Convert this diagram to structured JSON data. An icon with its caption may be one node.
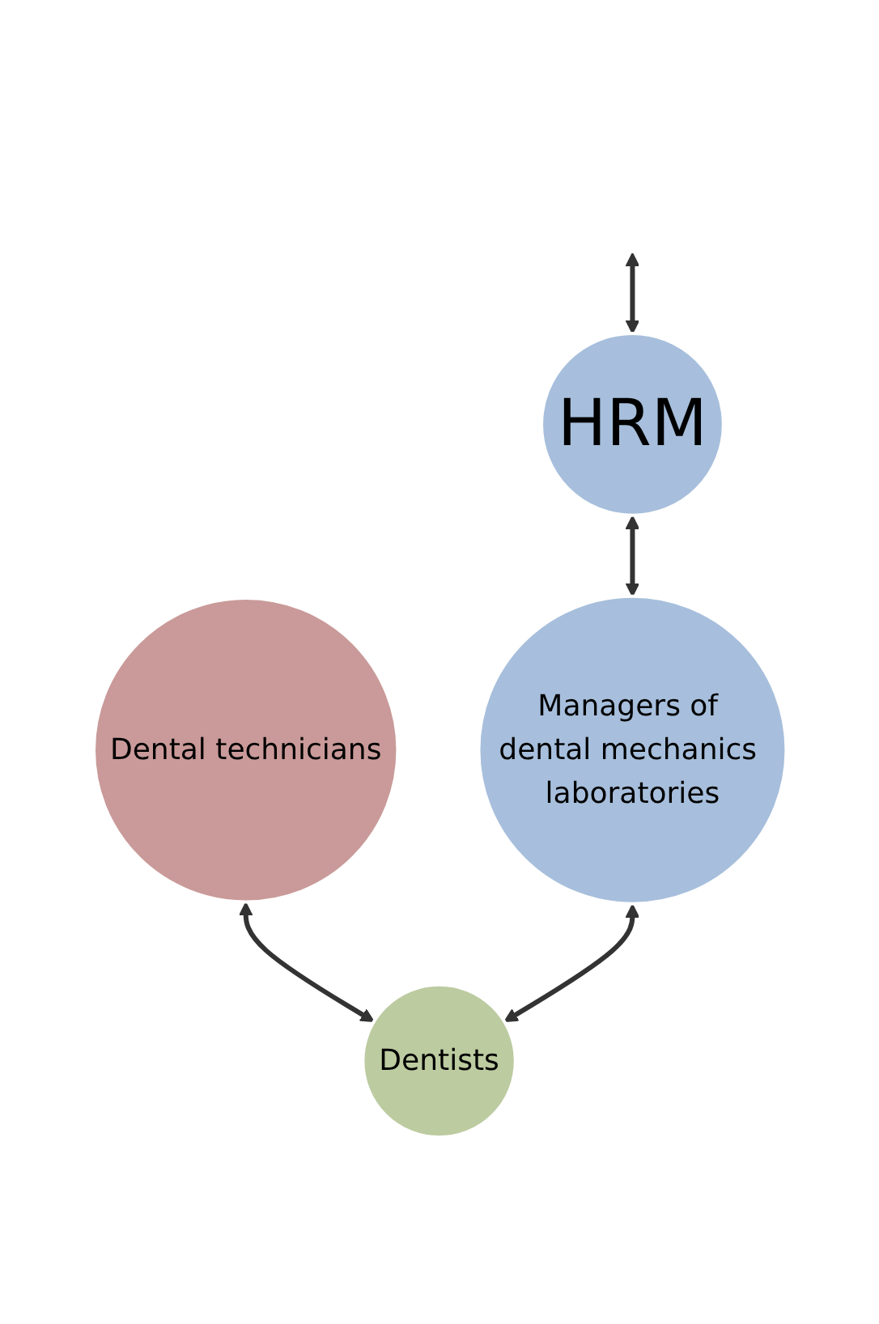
{
  "diagram": {
    "nodes": [
      {
        "text": [
          "HRM"
        ]
      },
      {
        "text": [
          "Managers of dental mechanics laboratories"
        ]
      },
      {
        "text": [
          "Dental technicians"
        ]
      },
      {
        "text": [
          "Dentists"
        ]
      }
    ],
    "edges": [
      {
        "from": null,
        "to": 0,
        "arrow": "both"
      },
      {
        "from": 0,
        "to": 1,
        "arrow": "both"
      },
      {
        "from": 2,
        "to": 3,
        "arrow": "both"
      },
      {
        "from": 1,
        "to": 3,
        "arrow": "both"
      }
    ]
  }
}
